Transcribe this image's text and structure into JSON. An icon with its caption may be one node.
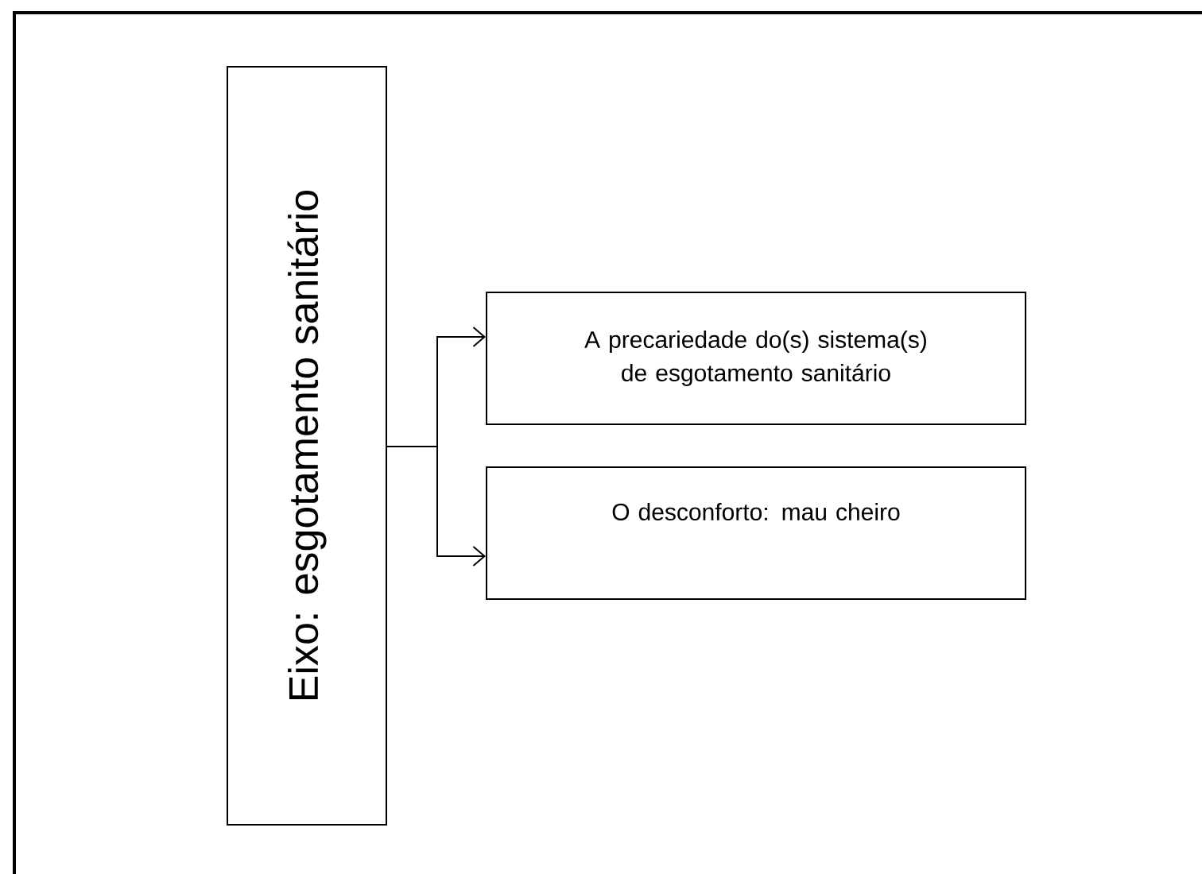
{
  "diagram": {
    "nodes": [
      {
        "text": [
          "Eixo: esgotamento sanitário"
        ]
      },
      {
        "text": [
          "A precariedade do(s) sistema(s) de esgotamento sanitário"
        ]
      },
      {
        "text": [
          "O desconforto: mau cheiro"
        ]
      }
    ],
    "edges": [
      {
        "from": 0,
        "to": 1,
        "arrow": "to"
      },
      {
        "from": 0,
        "to": 2,
        "arrow": "to"
      }
    ]
  }
}
